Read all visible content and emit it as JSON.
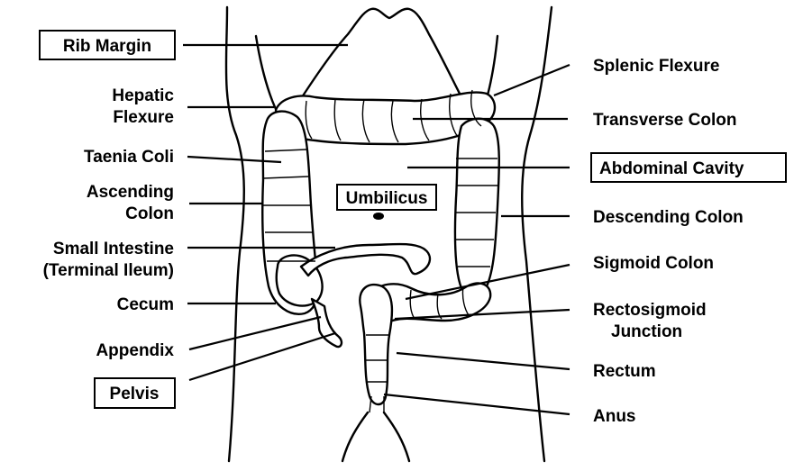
{
  "labels": {
    "rib_margin": "Rib Margin",
    "hepatic_flexure_1": "Hepatic",
    "hepatic_flexure_2": "Flexure",
    "taenia_coli": "Taenia Coli",
    "ascending_colon_1": "Ascending",
    "ascending_colon_2": "Colon",
    "small_intestine_1": "Small Intestine",
    "small_intestine_2": "(Terminal Ileum)",
    "cecum": "Cecum",
    "appendix": "Appendix",
    "pelvis": "Pelvis",
    "umbilicus": "Umbilicus",
    "splenic_flexure": "Splenic Flexure",
    "transverse_colon": "Transverse Colon",
    "abdominal_cavity": "Abdominal Cavity",
    "descending_colon": "Descending Colon",
    "sigmoid_colon": "Sigmoid Colon",
    "rectosigmoid_1": "Rectosigmoid",
    "rectosigmoid_2": "Junction",
    "rectum": "Rectum",
    "anus": "Anus"
  },
  "colors": {
    "ink": "#000000",
    "paper": "#ffffff"
  }
}
